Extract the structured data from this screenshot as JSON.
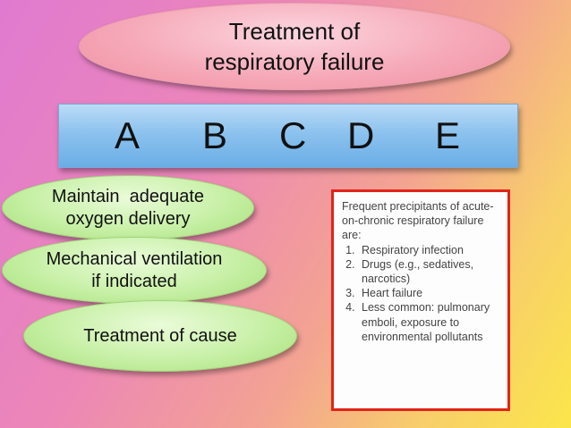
{
  "title": {
    "line1": "Treatment of",
    "line2": "respiratory failure"
  },
  "abcde": [
    "A",
    "B",
    "C",
    "D",
    "E"
  ],
  "treatments": [
    {
      "line1": "Maintain  adequate",
      "line2": "oxygen delivery"
    },
    {
      "line1": "Mechanical ventilation",
      "line2": "if indicated"
    },
    {
      "line1": "Treatment of cause",
      "line2": ""
    }
  ],
  "precipitants": {
    "heading": "Frequent precipitants of acute-on-chronic respiratory failure are:",
    "items": [
      "Respiratory infection",
      "Drugs (e.g., sedatives, narcotics)",
      "Heart failure",
      "Less common: pulmonary emboli, exposure to environmental pollutants"
    ]
  },
  "colors": {
    "title_oval": "#f6a9b8",
    "abc_box": "#8cc2ee",
    "green_oval": "#c7f0a6",
    "precip_border": "#e2231a"
  }
}
